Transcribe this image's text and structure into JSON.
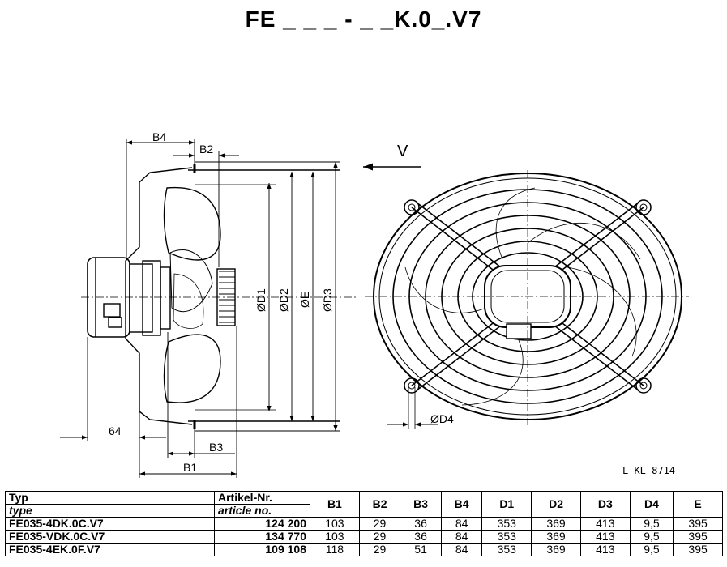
{
  "title": "FE _ _ _ - _ _K.0_.V7",
  "drawing_ref": "L-KL-8714",
  "dimension_labels": {
    "b4": "B4",
    "b2": "B2",
    "b3": "B3",
    "b1": "B1",
    "d64": "64",
    "d1": "ØD1",
    "d2": "ØD2",
    "e": "ØE",
    "d3": "ØD3",
    "d4": "ØD4",
    "v": "V"
  },
  "table": {
    "headers": {
      "typ": "Typ",
      "type": "type",
      "artikel": "Artikel-Nr.",
      "article": "article no.",
      "cols": [
        "B1",
        "B2",
        "B3",
        "B4",
        "D1",
        "D2",
        "D3",
        "D4",
        "E"
      ]
    },
    "rows": [
      {
        "type": "FE035-4DK.0C.V7",
        "article": "124 200",
        "values": [
          "103",
          "29",
          "36",
          "84",
          "353",
          "369",
          "413",
          "9,5",
          "395"
        ]
      },
      {
        "type": "FE035-VDK.0C.V7",
        "article": "134 770",
        "values": [
          "103",
          "29",
          "36",
          "84",
          "353",
          "369",
          "413",
          "9,5",
          "395"
        ]
      },
      {
        "type": "FE035-4EK.0F.V7",
        "article": "109 108",
        "values": [
          "118",
          "29",
          "51",
          "84",
          "353",
          "369",
          "413",
          "9,5",
          "395"
        ]
      }
    ]
  }
}
